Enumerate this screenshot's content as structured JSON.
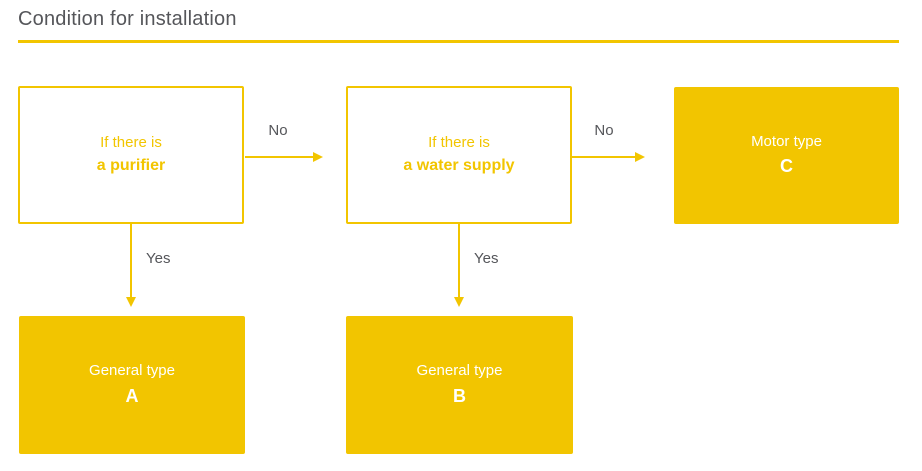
{
  "title": "Condition for installation",
  "colors": {
    "accent_yellow": "#F2C500",
    "label_gray": "#55565A",
    "outcome_text": "#FFFFFF"
  },
  "flowchart": {
    "decisions": [
      {
        "line1": "If there is",
        "line2": "a purifier"
      },
      {
        "line1": "If there is",
        "line2": "a water supply"
      }
    ],
    "outcomes": [
      {
        "line1": "Motor type",
        "line2": "C"
      },
      {
        "line1": "General type",
        "line2": "A"
      },
      {
        "line1": "General type",
        "line2": "B"
      }
    ],
    "labels": {
      "no": "No",
      "yes": "Yes"
    }
  }
}
